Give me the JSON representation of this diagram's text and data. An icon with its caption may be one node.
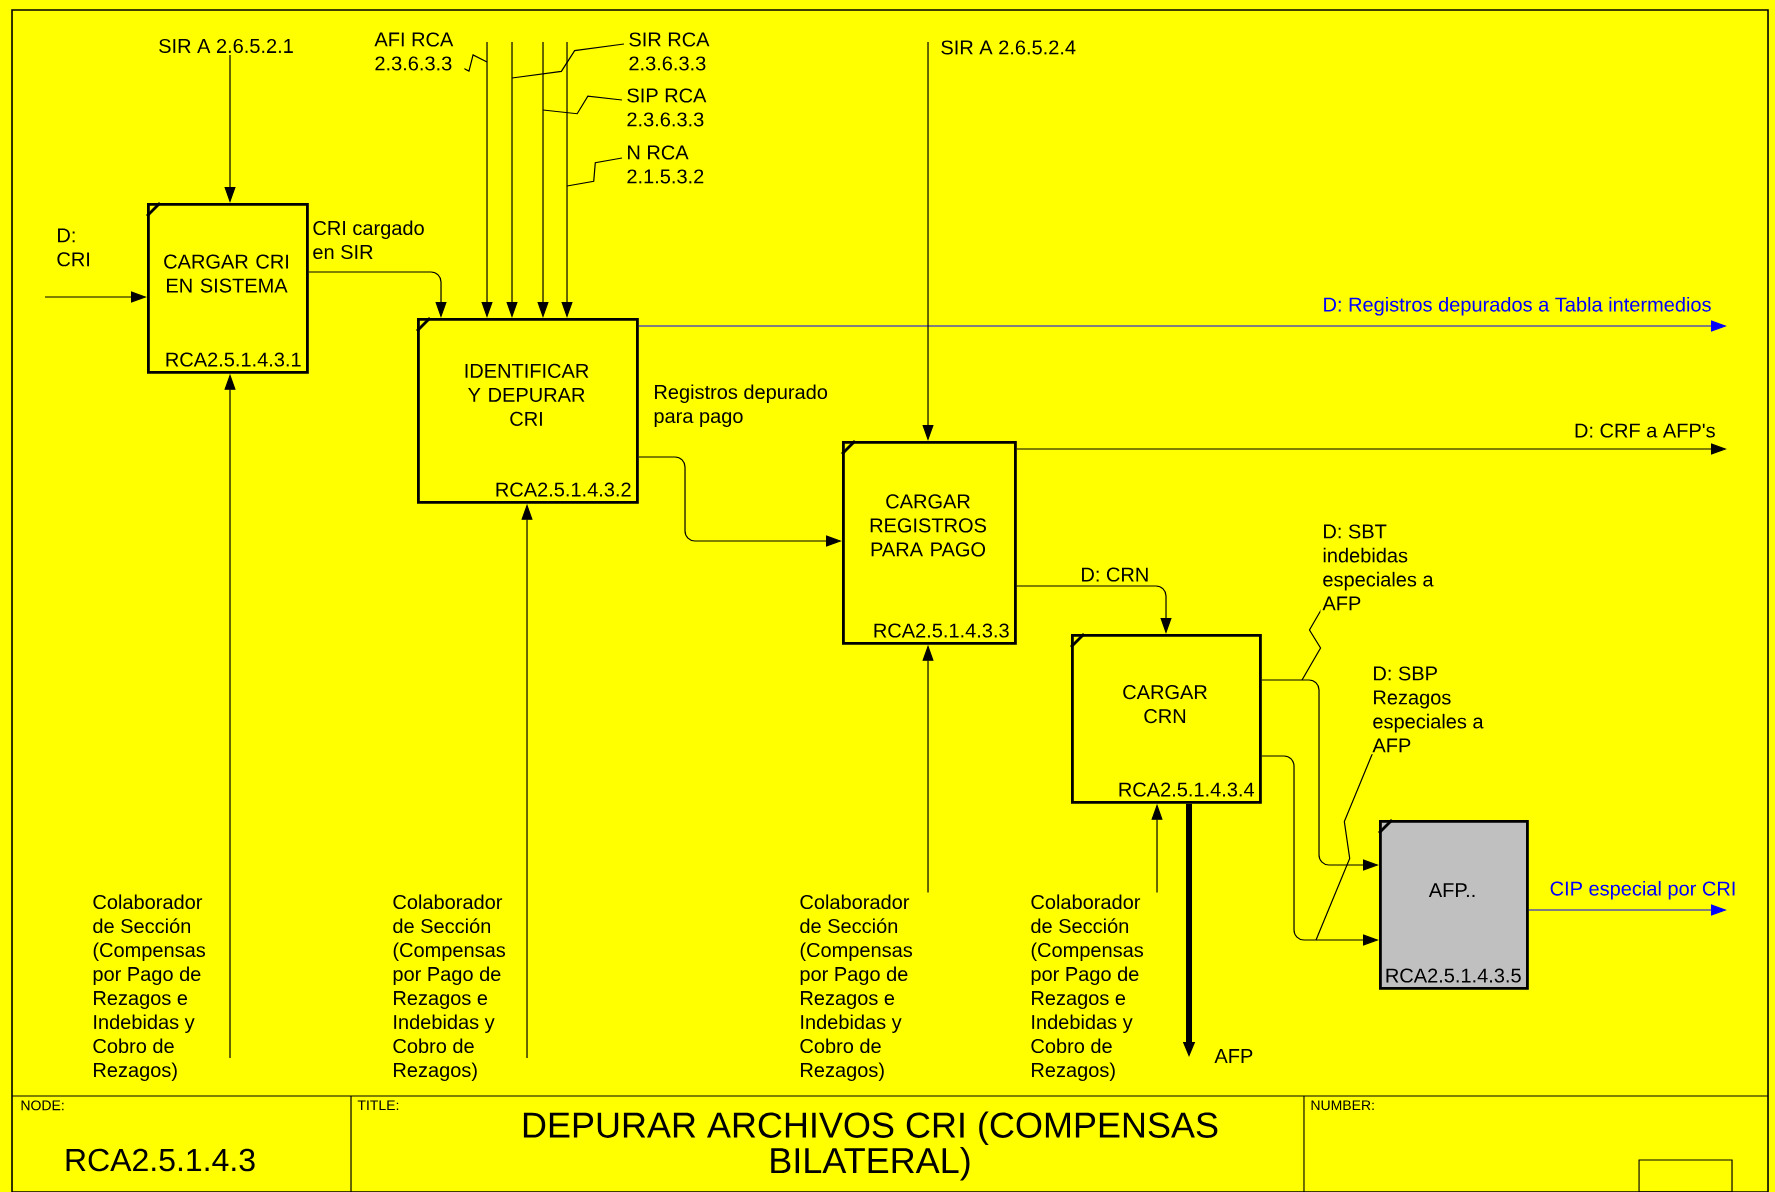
{
  "diagram": {
    "title": "DEPURAR ARCHIVOS CRI (COMPENSAS BILATERAL)",
    "nodes": [
      {
        "text": [
          "CARGAR CRI EN SISTEMA",
          "RCA2.5.1.4.3.1"
        ]
      },
      {
        "text": [
          "IDENTIFICAR Y DEPURAR CRI",
          "RCA2.5.1.4.3.2"
        ]
      },
      {
        "text": [
          "CARGAR REGISTROS PARA PAGO",
          "RCA2.5.1.4.3.3"
        ]
      },
      {
        "text": [
          "CARGAR CRN",
          "RCA2.5.1.4.3.4"
        ]
      },
      {
        "text": [
          "AFP..",
          "RCA2.5.1.4.3.5"
        ]
      }
    ],
    "edges": [
      {
        "from": null,
        "to": 0,
        "arrow": "to",
        "label": "SIR A 2.6.5.2.1"
      },
      {
        "from": null,
        "to": 0,
        "arrow": "to",
        "label": "D: CRI"
      },
      {
        "from": null,
        "to": 0,
        "arrow": "to",
        "label": "Colaborador de Sección (Compensas por Pago de Rezagos e Indebidas y Cobro de Rezagos)"
      },
      {
        "from": 0,
        "to": 1,
        "arrow": "to",
        "label": "CRI cargado en SIR"
      },
      {
        "from": null,
        "to": 1,
        "arrow": "to",
        "label": "AFI RCA 2.3.6.3.3"
      },
      {
        "from": null,
        "to": 1,
        "arrow": "to",
        "label": "SIR RCA 2.3.6.3.3"
      },
      {
        "from": null,
        "to": 1,
        "arrow": "to",
        "label": "SIP RCA 2.3.6.3.3"
      },
      {
        "from": null,
        "to": 1,
        "arrow": "to",
        "label": "N RCA 2.1.5.3.2"
      },
      {
        "from": 1,
        "to": null,
        "arrow": "to",
        "label": "D: Registros depurados a Tabla intermedios",
        "color": "#0000ff"
      },
      {
        "from": null,
        "to": 1,
        "arrow": "to",
        "label": "Colaborador de Sección (Compensas por Pago de Rezagos e Indebidas y Cobro de Rezagos)"
      },
      {
        "from": 1,
        "to": 2,
        "arrow": "to",
        "label": "Registros depurado para pago"
      },
      {
        "from": null,
        "to": 2,
        "arrow": "to",
        "label": "SIR A 2.6.5.2.4"
      },
      {
        "from": 2,
        "to": null,
        "arrow": "to",
        "label": "D: CRF a AFP's"
      },
      {
        "from": null,
        "to": 2,
        "arrow": "to",
        "label": "Colaborador de Sección (Compensas por Pago de Rezagos e Indebidas y Cobro de Rezagos)"
      },
      {
        "from": 2,
        "to": 3,
        "arrow": "to",
        "label": "D: CRN"
      },
      {
        "from": null,
        "to": 3,
        "arrow": "to",
        "label": "Colaborador de Sección (Compensas por Pago de Rezagos e Indebidas y Cobro de Rezagos)"
      },
      {
        "from": 3,
        "to": null,
        "arrow": "to",
        "label": "AFP",
        "style": "thick"
      },
      {
        "from": 3,
        "to": 4,
        "arrow": "to",
        "label": "D: SBT indebidas especiales a AFP"
      },
      {
        "from": 3,
        "to": 4,
        "arrow": "to",
        "label": "D: SBP Rezagos especiales a AFP"
      },
      {
        "from": 4,
        "to": null,
        "arrow": "to",
        "label": "CIP especial por CRI",
        "color": "#0000ff"
      }
    ],
    "labels": [
      "NODE:",
      "RCA2.5.1.4.3",
      "TITLE:",
      "NUMBER:"
    ]
  }
}
